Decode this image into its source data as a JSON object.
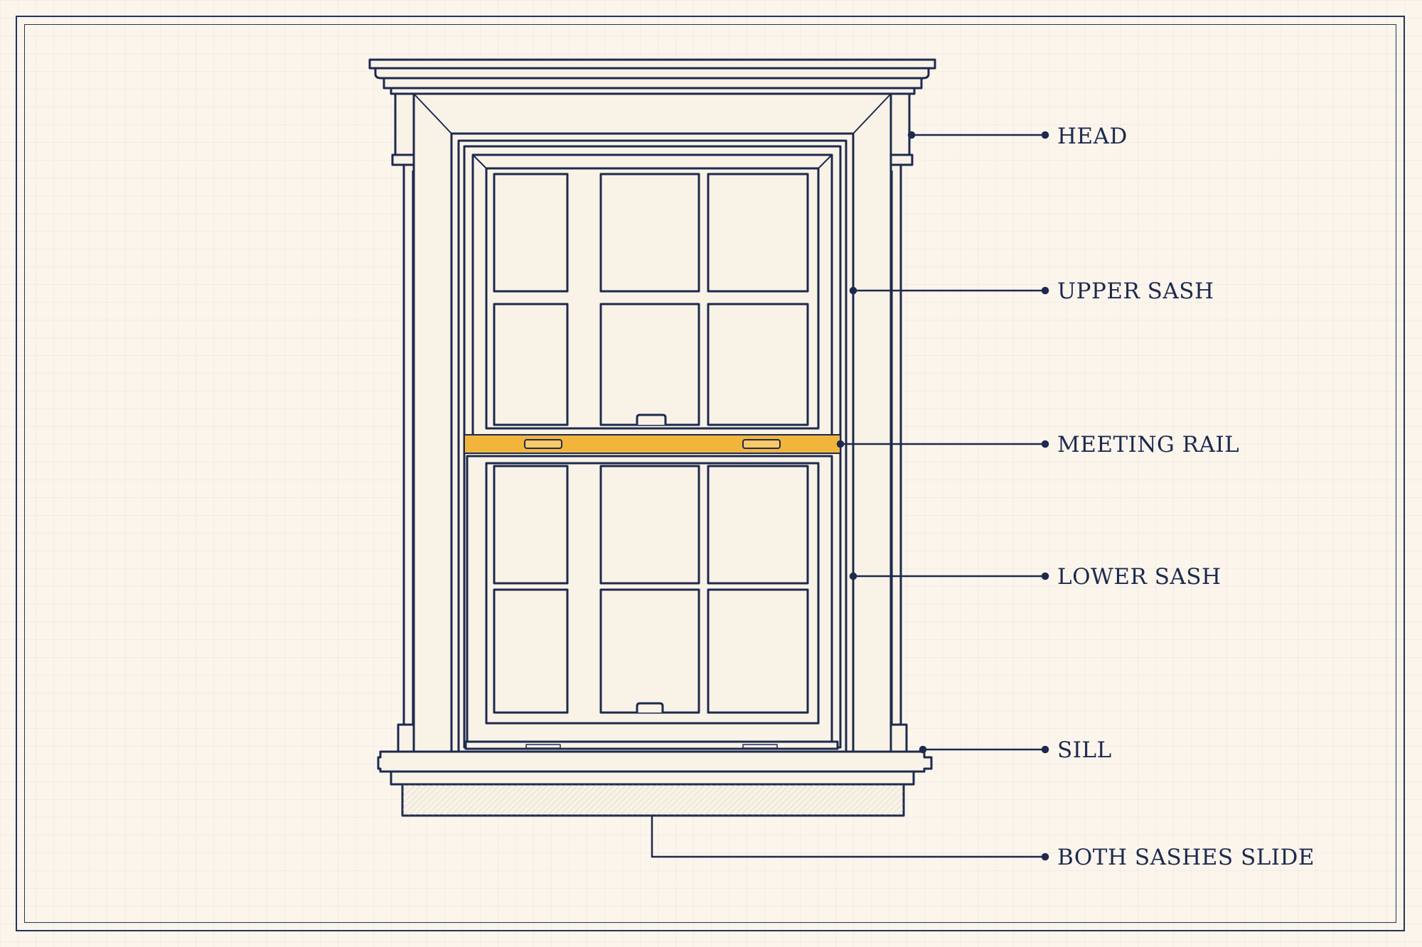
{
  "labels": {
    "head": "HEAD",
    "upper_sash": "UPPER SASH",
    "meeting_rail": "MEETING RAIL",
    "lower_sash": "LOWER SASH",
    "sill": "SILL",
    "both_sashes_slide": "BOTH SASHES SLIDE"
  },
  "colors": {
    "ink": "#1d2a4e",
    "paper": "#fbf5ec",
    "highlight": "#f2b53c"
  }
}
